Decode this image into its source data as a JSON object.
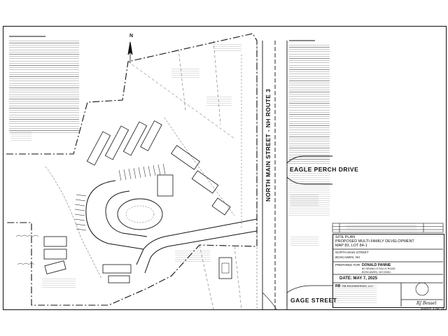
{
  "drawing": {
    "streets": {
      "main_street": "NORTH MAIN STREET - NH ROUTE 3",
      "perch_drive": "EAGLE PERCH DRIVE",
      "gage_street": "GAGE STREET"
    },
    "north_arrow_label": "N"
  },
  "title_block": {
    "sheet_title": "SITE PLAN",
    "project_line1": "PROPOSED MULTI-FAMILY DEVELOPMENT",
    "project_line2": "MAP 83, LOT 84-1",
    "address_line1": "NORTH MAIN STREET",
    "address_line2": "BOSCAWEN, NH",
    "prepared_for_label": "PREPARED FOR:",
    "prepared_for_name": "DONALD PANNIE",
    "prepared_for_addr1": "84 SEWALLS FALLS ROAD",
    "prepared_for_addr2": "BOSCAWEN, NH 03301",
    "date": "DATE: MAY 7, 2025",
    "firm_short": "RB",
    "firm_name": "RB ENGINEERING, LLC",
    "signature": "RJ Bessel",
    "sheet_number": "SHEET: 3 OF 19"
  }
}
